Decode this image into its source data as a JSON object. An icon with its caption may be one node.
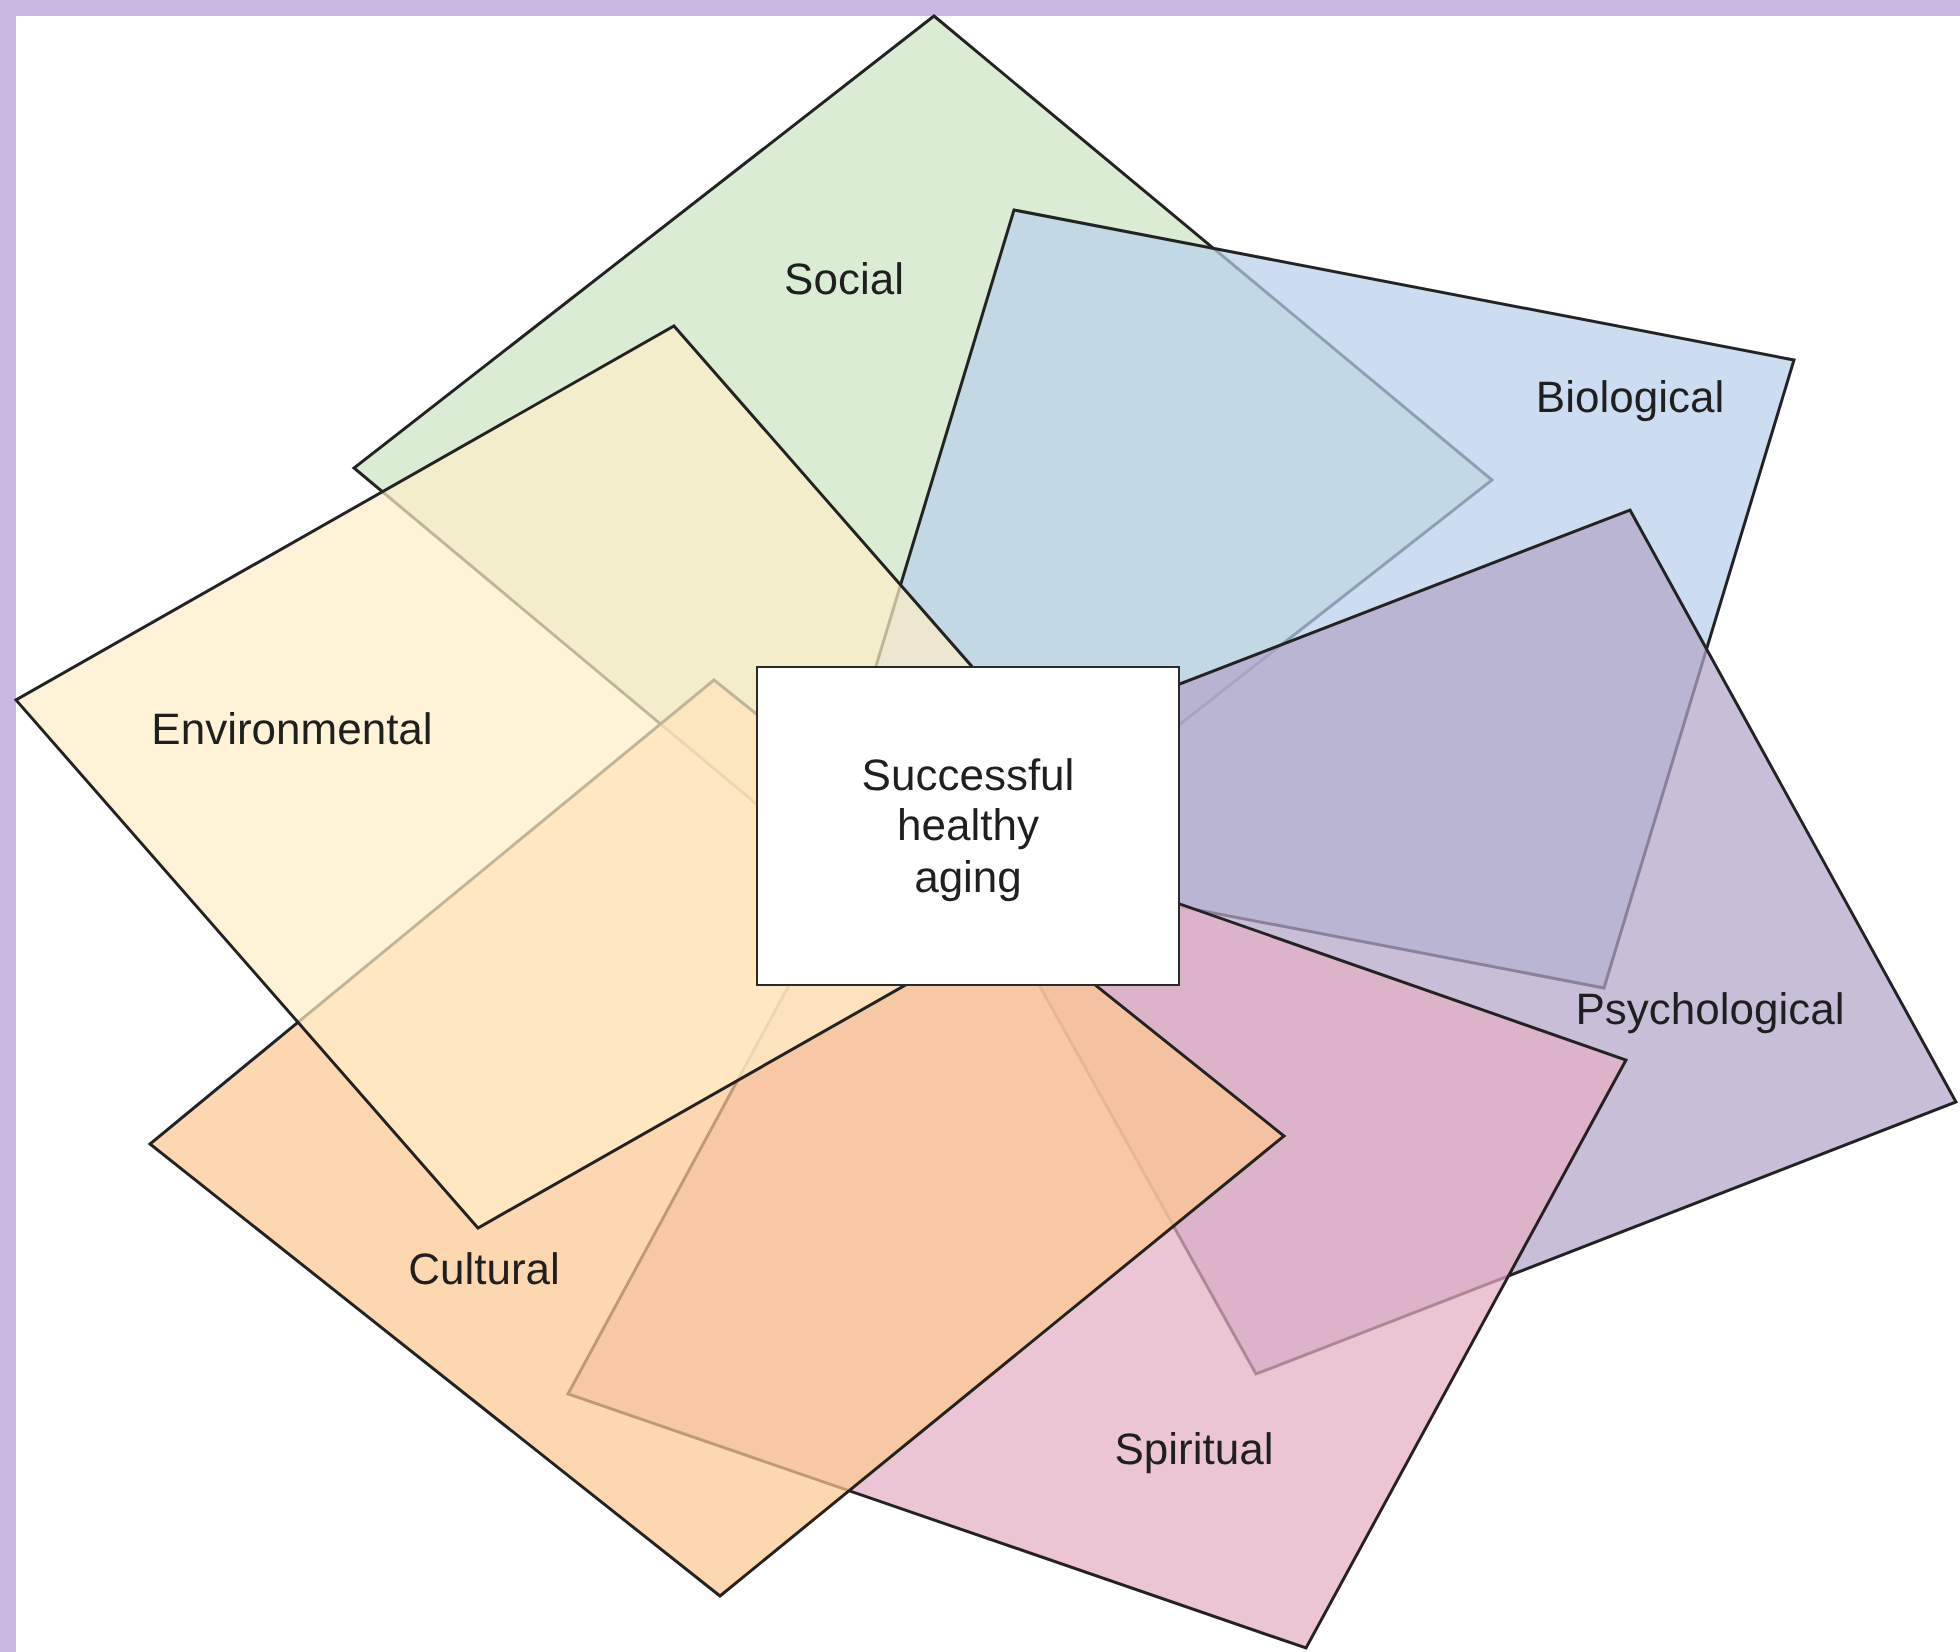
{
  "diagram": {
    "nodes": [
      {
        "text": [
          "Social"
        ]
      },
      {
        "text": [
          "Biological"
        ]
      },
      {
        "text": [
          "Environmental"
        ]
      },
      {
        "text": [
          "Successful healthy aging"
        ]
      },
      {
        "text": [
          "Psychological"
        ]
      },
      {
        "text": [
          "Cultural"
        ]
      },
      {
        "text": [
          "Spiritual"
        ]
      }
    ]
  }
}
